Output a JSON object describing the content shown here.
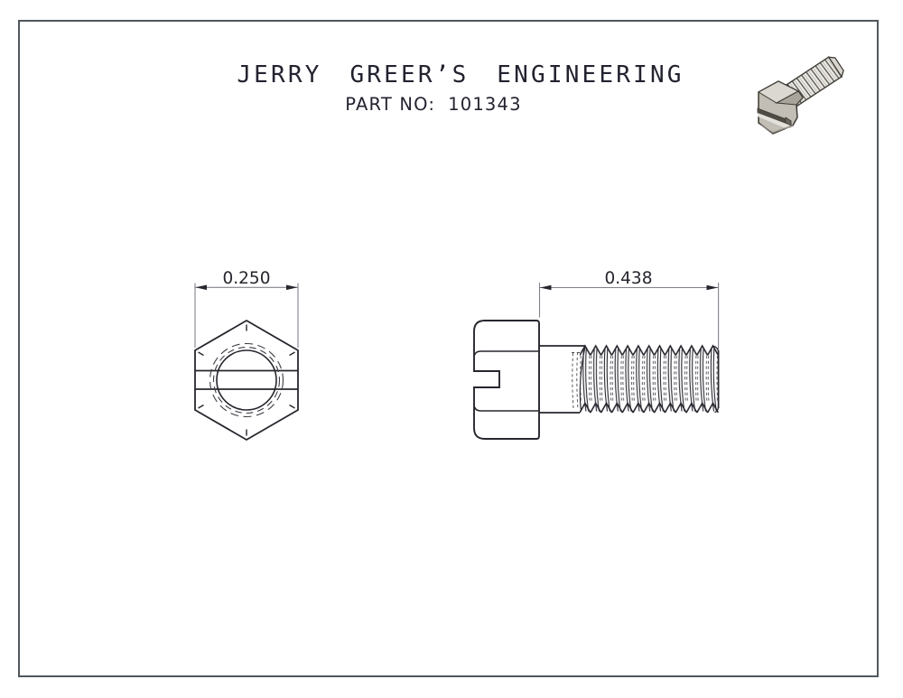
{
  "title_block": {
    "company_name": "JERRY GREER’S ENGINEERING",
    "part_label": "PART NO:",
    "part_number": "101343"
  },
  "views": {
    "front_view": {
      "name": "hex-head-front-view",
      "dimension": "0.250",
      "features": [
        "hex-outline",
        "slot-lines",
        "shank-circle-solid",
        "thread-circles-dashed"
      ]
    },
    "side_view": {
      "name": "screw-side-view",
      "dimension": "0.438",
      "features": [
        "slotted-head-profile",
        "shank",
        "threaded-length",
        "hidden-thread-root-dashed"
      ]
    }
  },
  "icon": {
    "name": "screw-3d-preview"
  },
  "colors": {
    "background": "#ffffff",
    "border": "#51565e",
    "line": "#26262e",
    "dimension_line": "#82828c",
    "text": "#232330",
    "icon_body_light": "#dbd8d1",
    "icon_body_mid": "#c0bcb3",
    "icon_body_dark": "#8d897f",
    "icon_slot": "#4f4c46"
  }
}
